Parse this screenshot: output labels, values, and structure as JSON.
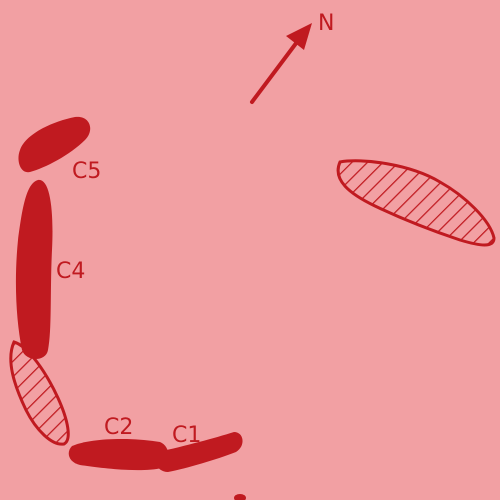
{
  "colors": {
    "background": "#f2a0a3",
    "ink": "#c01a20"
  },
  "compass": {
    "label": "N"
  },
  "stones": [
    {
      "label": "C1",
      "fill": "solid"
    },
    {
      "label": "C2",
      "fill": "solid"
    },
    {
      "label": "C4",
      "fill": "solid"
    },
    {
      "label": "C5",
      "fill": "solid"
    },
    {
      "label": "",
      "fill": "hatched"
    },
    {
      "label": "",
      "fill": "hatched"
    }
  ]
}
